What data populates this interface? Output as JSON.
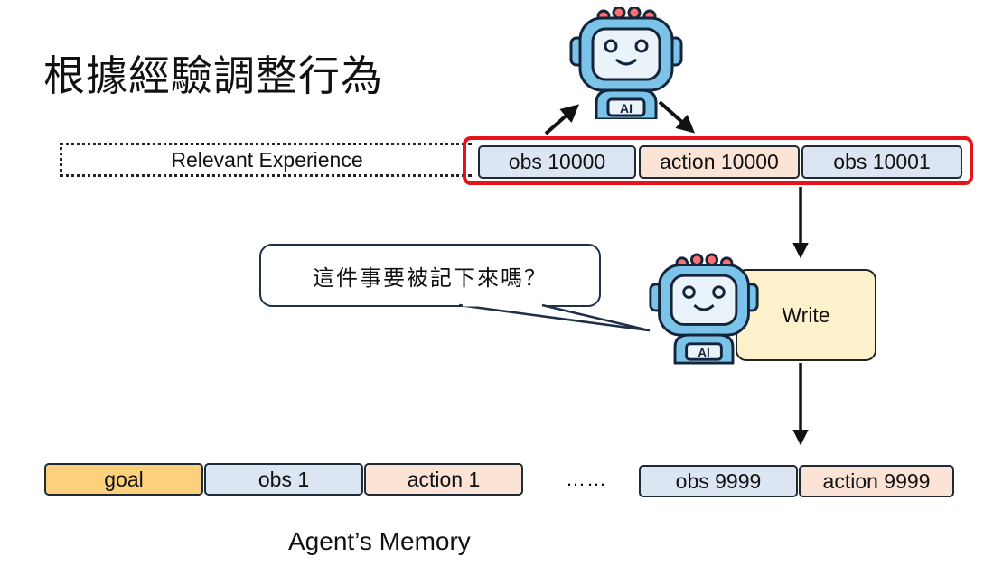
{
  "title": "根據經驗調整行為",
  "relevant_experience": "Relevant Experience",
  "current_step": {
    "obs": "obs 10000",
    "action": "action 10000",
    "next_obs": "obs 10001"
  },
  "speech_bubble": "這件事要被記下來嗎？",
  "write_label": "Write",
  "memory": {
    "goal": "goal",
    "obs1": "obs 1",
    "action1": "action 1",
    "ellipsis": "……",
    "obs_last": "obs 9999",
    "action_last": "action 9999",
    "caption": "Agent’s Memory"
  },
  "robot_badge": "AI",
  "colors": {
    "obs": "#dbe6f2",
    "action": "#fbe3d6",
    "goal": "#fdd17b",
    "write": "#fdf1cc",
    "highlight": "#e8121a",
    "robot_body": "#7cc3ea",
    "robot_accent": "#ff6f6f"
  },
  "icons": [
    "robot-ai-icon",
    "arrow-icon"
  ]
}
